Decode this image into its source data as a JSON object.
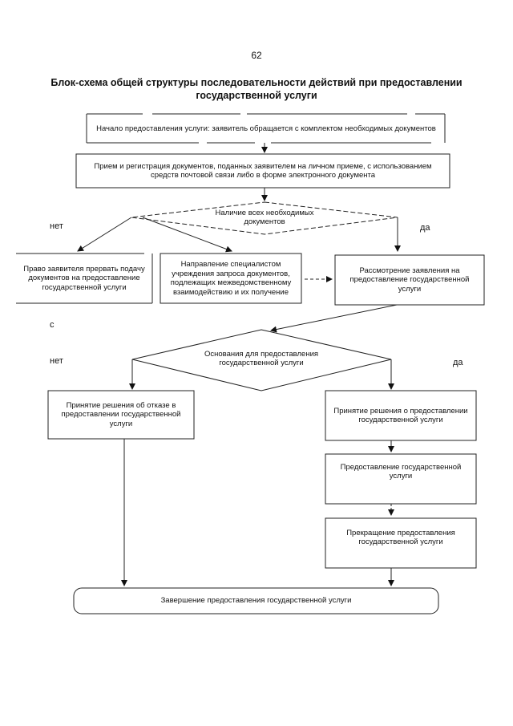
{
  "page": {
    "number": "62",
    "title": "Блок-схема общей структуры последовательности действий при предоставлении государственной услуги"
  },
  "nodes": {
    "start": "Начало предоставления услуги: заявитель обращается с комплектом необходимых документов",
    "reception": "Прием и регистрация документов, поданных заявителем на личном приеме, с использованием средств почтовой связи либо в форме электронного документа",
    "decision_docs": "Наличие всех необходимых документов",
    "right_to_stop": "Право заявителя прервать подачу документов на предоставление государственной услуги",
    "interagency": "Направление специалистом учреждения запроса документов, подлежащих межведомственному взаимодействию и их получение",
    "review": "Рассмотрение заявления на предоставление государственной услуги",
    "decision_grounds": "Основания для предоставления государственной услуги",
    "refusal": "Принятие решения об отказе в предоставлении государственной услуги",
    "grant_decision": "Принятие решения о предоставлении государственной услуги",
    "provision": "Предоставление государственной услуги",
    "termination": "Прекращение предоставления государственной услуги",
    "completion": "Завершение предоставления государственной услуги"
  },
  "labels": {
    "no_1": "нет",
    "yes_1": "да",
    "no_2": "нет",
    "yes_2": "да",
    "stray_c": "с"
  }
}
